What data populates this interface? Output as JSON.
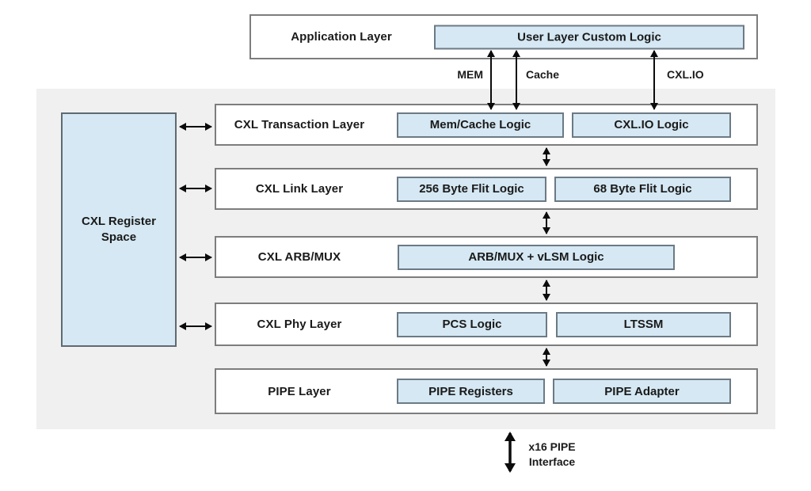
{
  "application": {
    "label": "Application Layer",
    "block": "User Layer Custom Logic"
  },
  "channels": {
    "mem": "MEM",
    "cache": "Cache",
    "cxl_io": "CXL.IO"
  },
  "register_space": {
    "line1": "CXL Register",
    "line2": "Space"
  },
  "layers": [
    {
      "name": "CXL Transaction Layer",
      "blocks": [
        "Mem/Cache Logic",
        "CXL.IO Logic"
      ]
    },
    {
      "name": "CXL Link Layer",
      "blocks": [
        "256 Byte Flit Logic",
        "68 Byte Flit Logic"
      ]
    },
    {
      "name": "CXL ARB/MUX",
      "blocks": [
        "ARB/MUX + vLSM Logic"
      ]
    },
    {
      "name": "CXL Phy Layer",
      "blocks": [
        "PCS Logic",
        "LTSSM"
      ]
    },
    {
      "name": "PIPE Layer",
      "blocks": [
        "PIPE Registers",
        "PIPE Adapter"
      ]
    }
  ],
  "pipe_interface": {
    "line1": "x16 PIPE",
    "line2": "Interface"
  },
  "colors": {
    "block_fill": "#d5e8f3",
    "block_border": "#6c7a85",
    "row_border": "#7d7d7d",
    "panel_bg": "#f0f0f0",
    "arrow": "#0b0b0b",
    "register_border": "#5f6a72"
  }
}
